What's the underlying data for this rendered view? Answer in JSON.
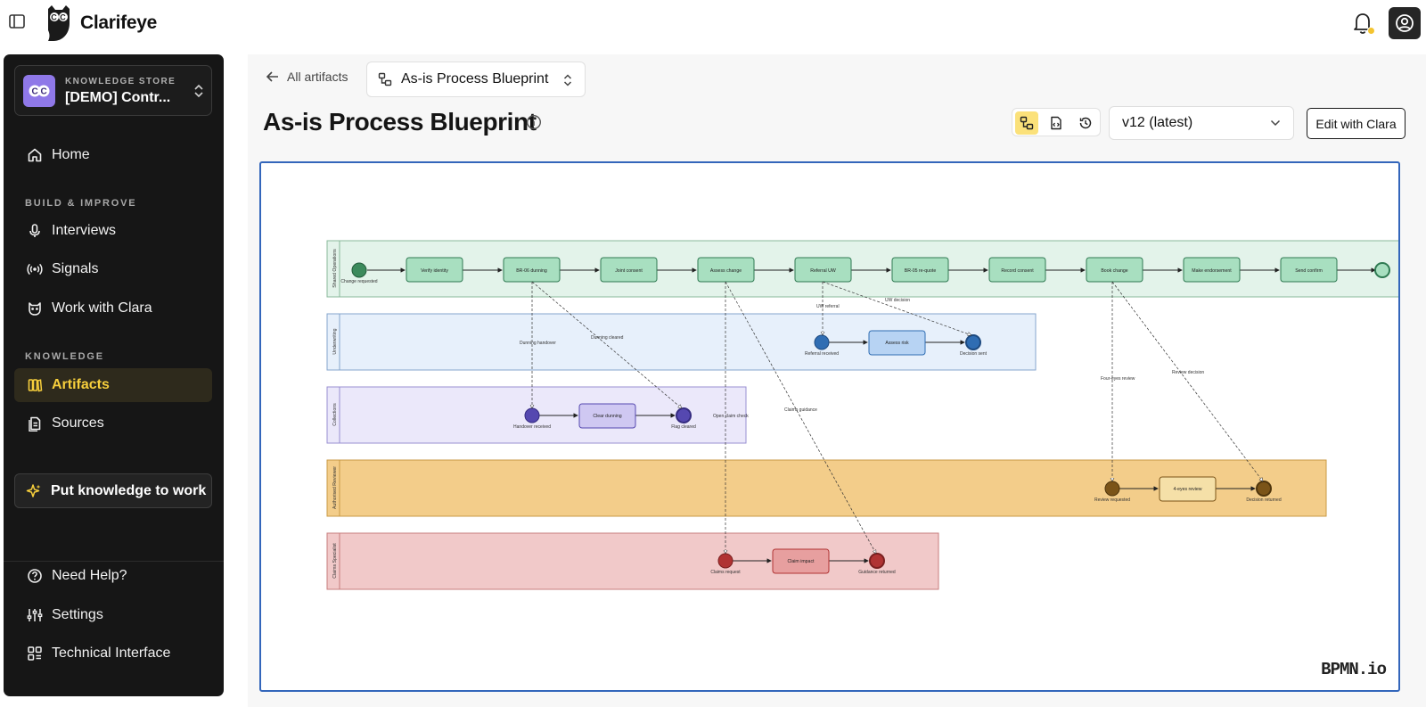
{
  "app": {
    "name": "Clarifeye"
  },
  "sidebar": {
    "store": {
      "kicker": "KNOWLEDGE STORE",
      "name": "[DEMO] Contr..."
    },
    "home": "Home",
    "section_build": "BUILD & IMPROVE",
    "interviews": "Interviews",
    "signals": "Signals",
    "work_with_clara": "Work with Clara",
    "section_knowledge": "KNOWLEDGE",
    "artifacts": "Artifacts",
    "sources": "Sources",
    "put_knowledge": "Put knowledge to work",
    "need_help": "Need Help?",
    "settings": "Settings",
    "technical": "Technical Interface"
  },
  "header": {
    "back_label": "All artifacts",
    "crumb_select": "As-is Process Blueprint",
    "title": "As-is Process Blueprint",
    "version": "v12 (latest)",
    "edit_button": "Edit with Clara"
  },
  "diagram": {
    "watermark": "BPMN.io",
    "lanes": {
      "shared": {
        "name": "Shared Operations",
        "color": "#e3f3ea"
      },
      "uw": {
        "name": "Underwriting",
        "color": "#e7f0fb"
      },
      "coll": {
        "name": "Collections",
        "color": "#ebe8fa"
      },
      "auth": {
        "name": "Authorised Reviewer",
        "color": "#f3cd8a"
      },
      "claims": {
        "name": "Claims Specialist",
        "color": "#f1c9c9"
      }
    },
    "shared": {
      "start": "Change requested",
      "t1": "Verify identity",
      "t2": "BR-06 dunning",
      "t3": "Joint consent",
      "t4": "Assess change",
      "t5": "Referral UW",
      "t6": "BR-05 re-quote",
      "t7": "Record consent",
      "t8": "Book change",
      "t9": "Make endorsement",
      "t10": "Send confirm"
    },
    "uw": {
      "start": "Referral received",
      "task": "Assess risk",
      "end": "Decision sent"
    },
    "coll": {
      "start": "Handover received",
      "task": "Clear dunning",
      "end": "Flag cleared"
    },
    "auth": {
      "start": "Review requested",
      "task": "4-eyes review",
      "end": "Decision returned"
    },
    "claims": {
      "start": "Claims request",
      "task": "Claim impact",
      "end": "Guidance returned"
    },
    "flows": {
      "dunning_handover": "Dunning handover",
      "dunning_cleared": "Dunning cleared",
      "uw_referral": "UW referral",
      "uw_decision": "UW decision",
      "open_claim_check": "Open claim check",
      "claims_guidance": "Claims guidance",
      "four_eyes": "Four-eyes review",
      "review_decision": "Review decision"
    }
  }
}
